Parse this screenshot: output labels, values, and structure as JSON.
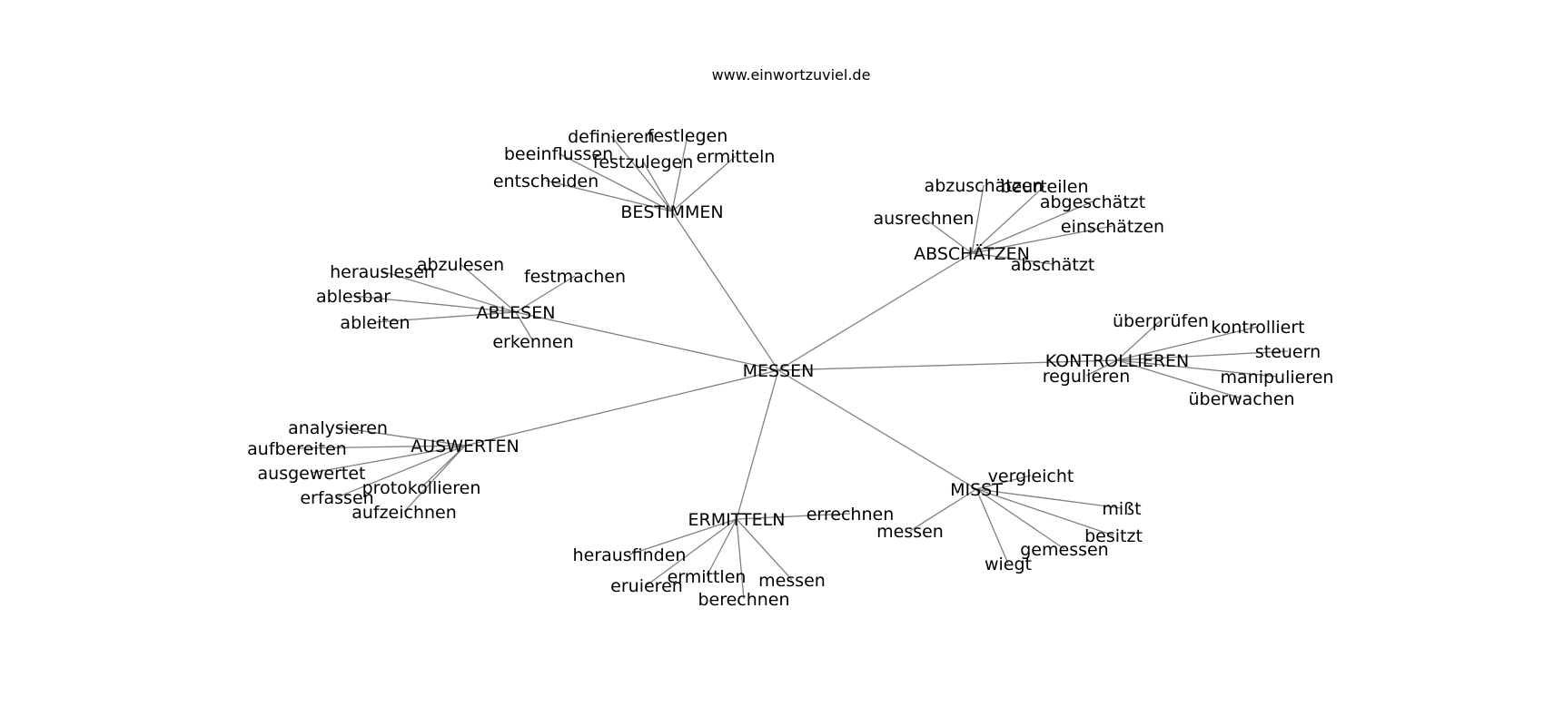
{
  "title": "www.einwortzuviel.de",
  "colors": {
    "edge": "#808080",
    "text": "#000000",
    "background": "#ffffff"
  },
  "graph": {
    "center": "MESSEN",
    "clusters": [
      {
        "label": "BESTIMMEN",
        "words": [
          "definieren",
          "festlegen",
          "beeinflussen",
          "festzulegen",
          "ermitteln",
          "entscheiden"
        ]
      },
      {
        "label": "ABSCHÄTZEN",
        "words": [
          "abzuschätzen",
          "beurteilen",
          "abgeschätzt",
          "ausrechnen",
          "einschätzen",
          "abschätzt"
        ]
      },
      {
        "label": "ABLESEN",
        "words": [
          "herauslesen",
          "abzulesen",
          "festmachen",
          "ablesbar",
          "ableiten",
          "erkennen"
        ]
      },
      {
        "label": "KONTROLLIEREN",
        "words": [
          "überprüfen",
          "kontrolliert",
          "steuern",
          "regulieren",
          "manipulieren",
          "überwachen"
        ]
      },
      {
        "label": "AUSWERTEN",
        "words": [
          "analysieren",
          "aufbereiten",
          "ausgewertet",
          "protokollieren",
          "erfassen",
          "aufzeichnen"
        ]
      },
      {
        "label": "MISST",
        "words": [
          "vergleicht",
          "mißt",
          "messen",
          "besitzt",
          "gemessen",
          "wiegt"
        ]
      },
      {
        "label": "ERMITTELN",
        "words": [
          "errechnen",
          "herausfinden",
          "ermittlen",
          "messen",
          "eruieren",
          "berechnen"
        ]
      }
    ]
  }
}
